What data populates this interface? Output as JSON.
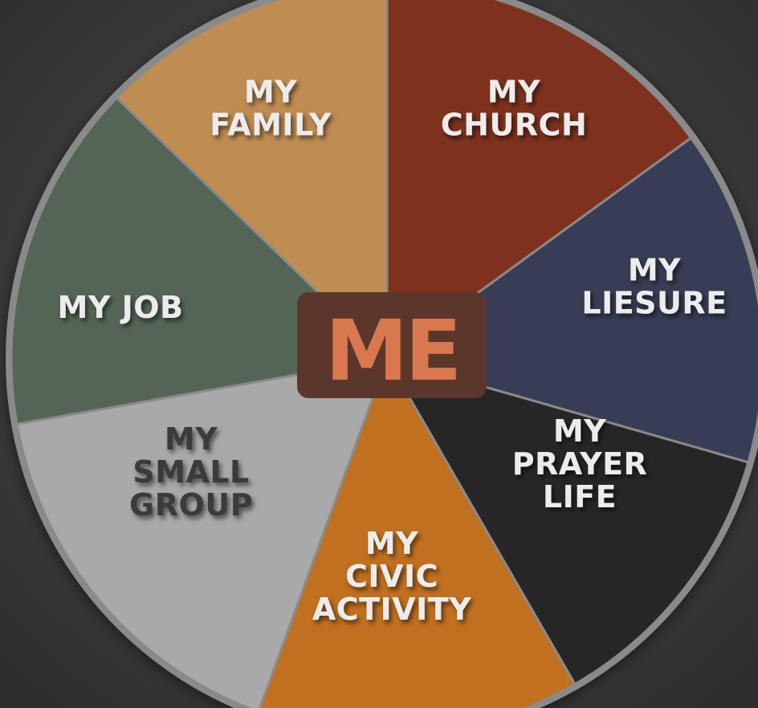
{
  "center": {
    "label": "ME",
    "text_color": "#d9774f",
    "box_color": "#5a372a"
  },
  "background": {
    "color": "#3a3a3a"
  },
  "segments": [
    {
      "id": "church",
      "lines": [
        "MY",
        "CHURCH"
      ],
      "color": "#7e321d",
      "text_color": "#ececec"
    },
    {
      "id": "liesure",
      "lines": [
        "MY",
        "LIESURE"
      ],
      "color": "#363d55",
      "text_color": "#ececec"
    },
    {
      "id": "prayer",
      "lines": [
        "MY",
        "PRAYER",
        "LIFE"
      ],
      "color": "#262626",
      "text_color": "#ececec"
    },
    {
      "id": "civic",
      "lines": [
        "MY",
        "CIVIC",
        "ACTIVITY"
      ],
      "color": "#c0701f",
      "text_color": "#ececec"
    },
    {
      "id": "small",
      "lines": [
        "MY",
        "SMALL",
        "GROUP"
      ],
      "color": "#a9a9a9",
      "text_color": "#3b3b3b"
    },
    {
      "id": "job",
      "lines": [
        "MY JOB"
      ],
      "color": "#556555",
      "text_color": "#ececec"
    },
    {
      "id": "family",
      "lines": [
        "MY",
        "FAMILY"
      ],
      "color": "#bf8d52",
      "text_color": "#ececec"
    }
  ]
}
